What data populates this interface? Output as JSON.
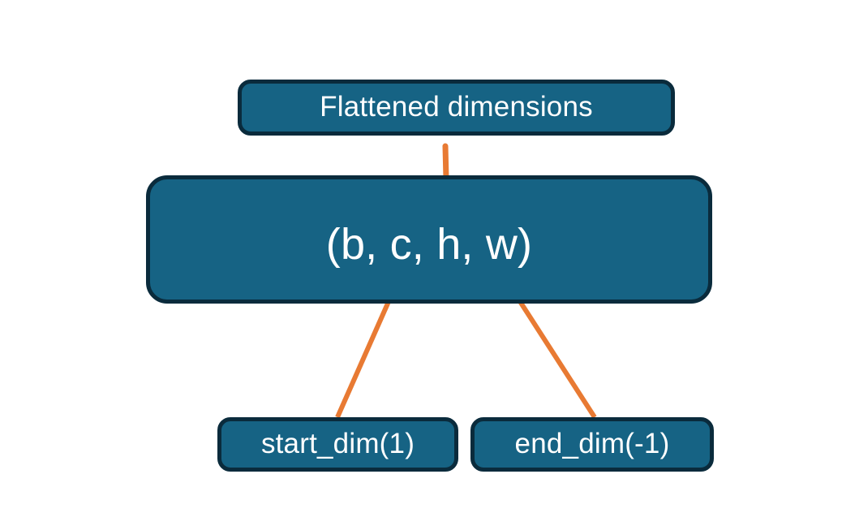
{
  "diagram": {
    "title": "Flatten dimensions diagram",
    "background_color": "#ffffff",
    "node_fill_color": "#166384",
    "node_border_color": "#0a2b3c",
    "node_text_color": "#ffffff",
    "connector_color": "#e87a33",
    "nodes": {
      "flattened": {
        "label": "Flattened dimensions"
      },
      "shape": {
        "label": "(b, c, h, w)"
      },
      "start_dim": {
        "label": "start_dim(1)"
      },
      "end_dim": {
        "label": "end_dim(-1)"
      }
    },
    "connectors": [
      {
        "name": "brace-over-c-h-w",
        "type": "curly-brace",
        "from": "shape",
        "to": "flattened",
        "spans_text": "c, h, w"
      },
      {
        "name": "arrow-start-dim-to-c",
        "type": "arrow",
        "from": "start_dim",
        "to": "shape",
        "points_at": "c"
      },
      {
        "name": "arrow-end-dim-to-w",
        "type": "arrow",
        "from": "end_dim",
        "to": "shape",
        "points_at": "w"
      }
    ]
  }
}
